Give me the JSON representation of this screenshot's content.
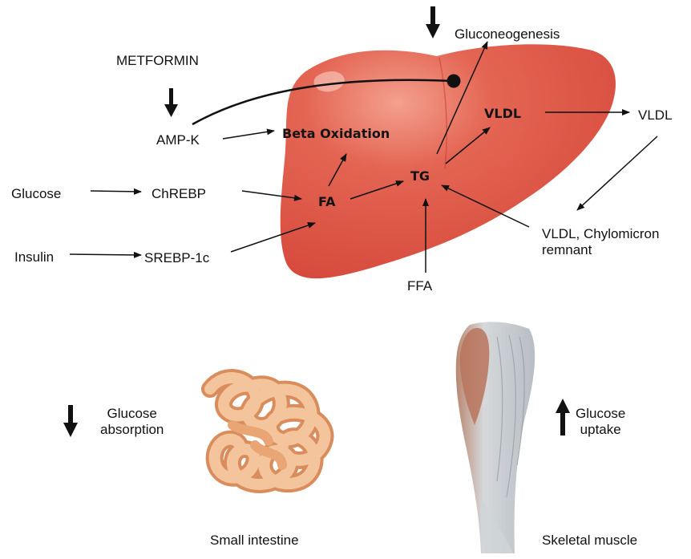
{
  "labels": {
    "metformin": "METFORMIN",
    "gluconeogenesis": "Gluconeogenesis",
    "ampk": "AMP-K",
    "beta_oxidation": "Beta Oxidation",
    "vldl_liver": "VLDL",
    "vldl_out": "VLDL",
    "glucose": "Glucose",
    "chrebp": "ChREBP",
    "fa": "FA",
    "tg": "TG",
    "insulin": "Insulin",
    "srebp": "SREBP-1c",
    "vldl_chylo_line1": "VLDL, Chylomicron",
    "vldl_chylo_line2": "remnant",
    "ffa": "FFA",
    "glucose_absorption_line1": "Glucose",
    "glucose_absorption_line2": "absorption",
    "glucose_uptake_line1": "Glucose",
    "glucose_uptake_line2": "uptake",
    "small_intestine": "Small intestine",
    "skeletal_muscle": "Skeletal muscle"
  },
  "organs": {
    "liver": "liver",
    "intestine": "small-intestine",
    "muscle": "skeletal-muscle"
  },
  "colors": {
    "liver": "#e0584a",
    "liver_light": "#ef8a78",
    "intestine": "#f1b98a",
    "intestine_dark": "#d98d5c",
    "muscle": "#c9cfd3",
    "muscle_red": "#c0694f",
    "ink": "#111111"
  },
  "icons": {
    "down_arrow": "down-arrow-icon",
    "up_arrow": "up-arrow-icon",
    "inhibition": "inhibition-dot-icon"
  }
}
